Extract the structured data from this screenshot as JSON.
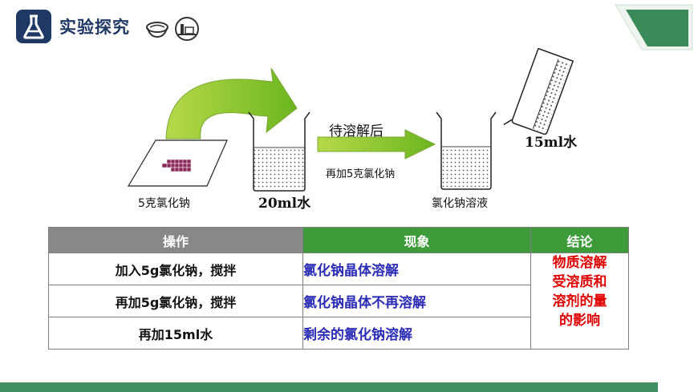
{
  "header": {
    "title": "实验探究"
  },
  "diagram": {
    "salt_label": "5克氯化钠",
    "water_label": "20ml水",
    "arrow_top_label": "待溶解后",
    "arrow_bottom_label": "再加5克氯化钠",
    "solution_label": "氯化钠溶液",
    "water2_label": "15ml水"
  },
  "table": {
    "headers": [
      "操作",
      "现象",
      "结论"
    ],
    "rows": [
      {
        "operation": "加入5g氯化钠，搅拌",
        "phenomenon": "氯化钠晶体溶解"
      },
      {
        "operation": "再加5g氯化钠，搅拌",
        "phenomenon": "氯化钠晶体不再溶解"
      },
      {
        "operation": "再加15ml水",
        "phenomenon": "剩余的氯化钠溶解"
      }
    ],
    "conclusion": [
      "物质溶解",
      "受溶质和",
      "溶剂的量",
      "的影响"
    ]
  },
  "colors": {
    "header_navy": "#1f3864",
    "green_header": "#3d9b39",
    "gray_header": "#888888",
    "phenomenon_text": "#2b2bb5",
    "conclusion_text": "#e00000",
    "arrow_green": "#7fbf1f"
  }
}
